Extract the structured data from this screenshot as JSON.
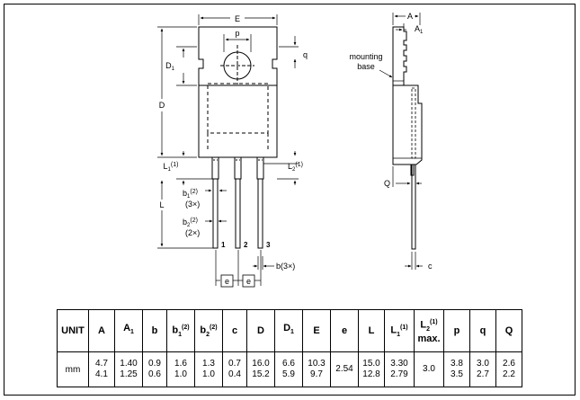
{
  "labels": {
    "E": "E",
    "p": "p",
    "q": "q",
    "D1": "D",
    "D1_sub": "1",
    "D": "D",
    "L1": "L",
    "L1_sub": "1",
    "L1_sup": "(1)",
    "L2": "L",
    "L2_sub": "2",
    "L2_sup": "(1)",
    "L": "L",
    "b1": "b",
    "b1_sub": "1",
    "b1_sup": "(2)",
    "b1_count": "(3×)",
    "b2": "b",
    "b2_sub": "2",
    "b2_sup": "(2)",
    "b2_count": "(2×)",
    "b3": "b(3×)",
    "e1": "e",
    "e2": "e",
    "pin1": "1",
    "pin2": "2",
    "pin3": "3",
    "A": "A",
    "A1": "A",
    "A1_sub": "1",
    "mounting": "mounting",
    "base": "base",
    "Q": "Q",
    "c": "c"
  },
  "table": {
    "headers": [
      {
        "main": "UNIT"
      },
      {
        "main": "A"
      },
      {
        "main": "A",
        "sub": "1"
      },
      {
        "main": "b"
      },
      {
        "main": "b",
        "sub": "1",
        "sup": "(2)"
      },
      {
        "main": "b",
        "sub": "2",
        "sup": "(2)"
      },
      {
        "main": "c"
      },
      {
        "main": "D"
      },
      {
        "main": "D",
        "sub": "1"
      },
      {
        "main": "E"
      },
      {
        "main": "e"
      },
      {
        "main": "L"
      },
      {
        "main": "L",
        "sub": "1",
        "sup": "(1)"
      },
      {
        "main": "L",
        "sub": "2",
        "sup": "(1)",
        "extra": "max."
      },
      {
        "main": "p"
      },
      {
        "main": "q"
      },
      {
        "main": "Q"
      }
    ],
    "unit": "mm",
    "values": [
      [
        "4.7",
        "4.1"
      ],
      [
        "1.40",
        "1.25"
      ],
      [
        "0.9",
        "0.6"
      ],
      [
        "1.6",
        "1.0"
      ],
      [
        "1.3",
        "1.0"
      ],
      [
        "0.7",
        "0.4"
      ],
      [
        "16.0",
        "15.2"
      ],
      [
        "6.6",
        "5.9"
      ],
      [
        "10.3",
        "9.7"
      ],
      [
        "2.54"
      ],
      [
        "15.0",
        "12.8"
      ],
      [
        "3.30",
        "2.79"
      ],
      [
        "3.0"
      ],
      [
        "3.8",
        "3.5"
      ],
      [
        "3.0",
        "2.7"
      ],
      [
        "2.6",
        "2.2"
      ]
    ]
  }
}
